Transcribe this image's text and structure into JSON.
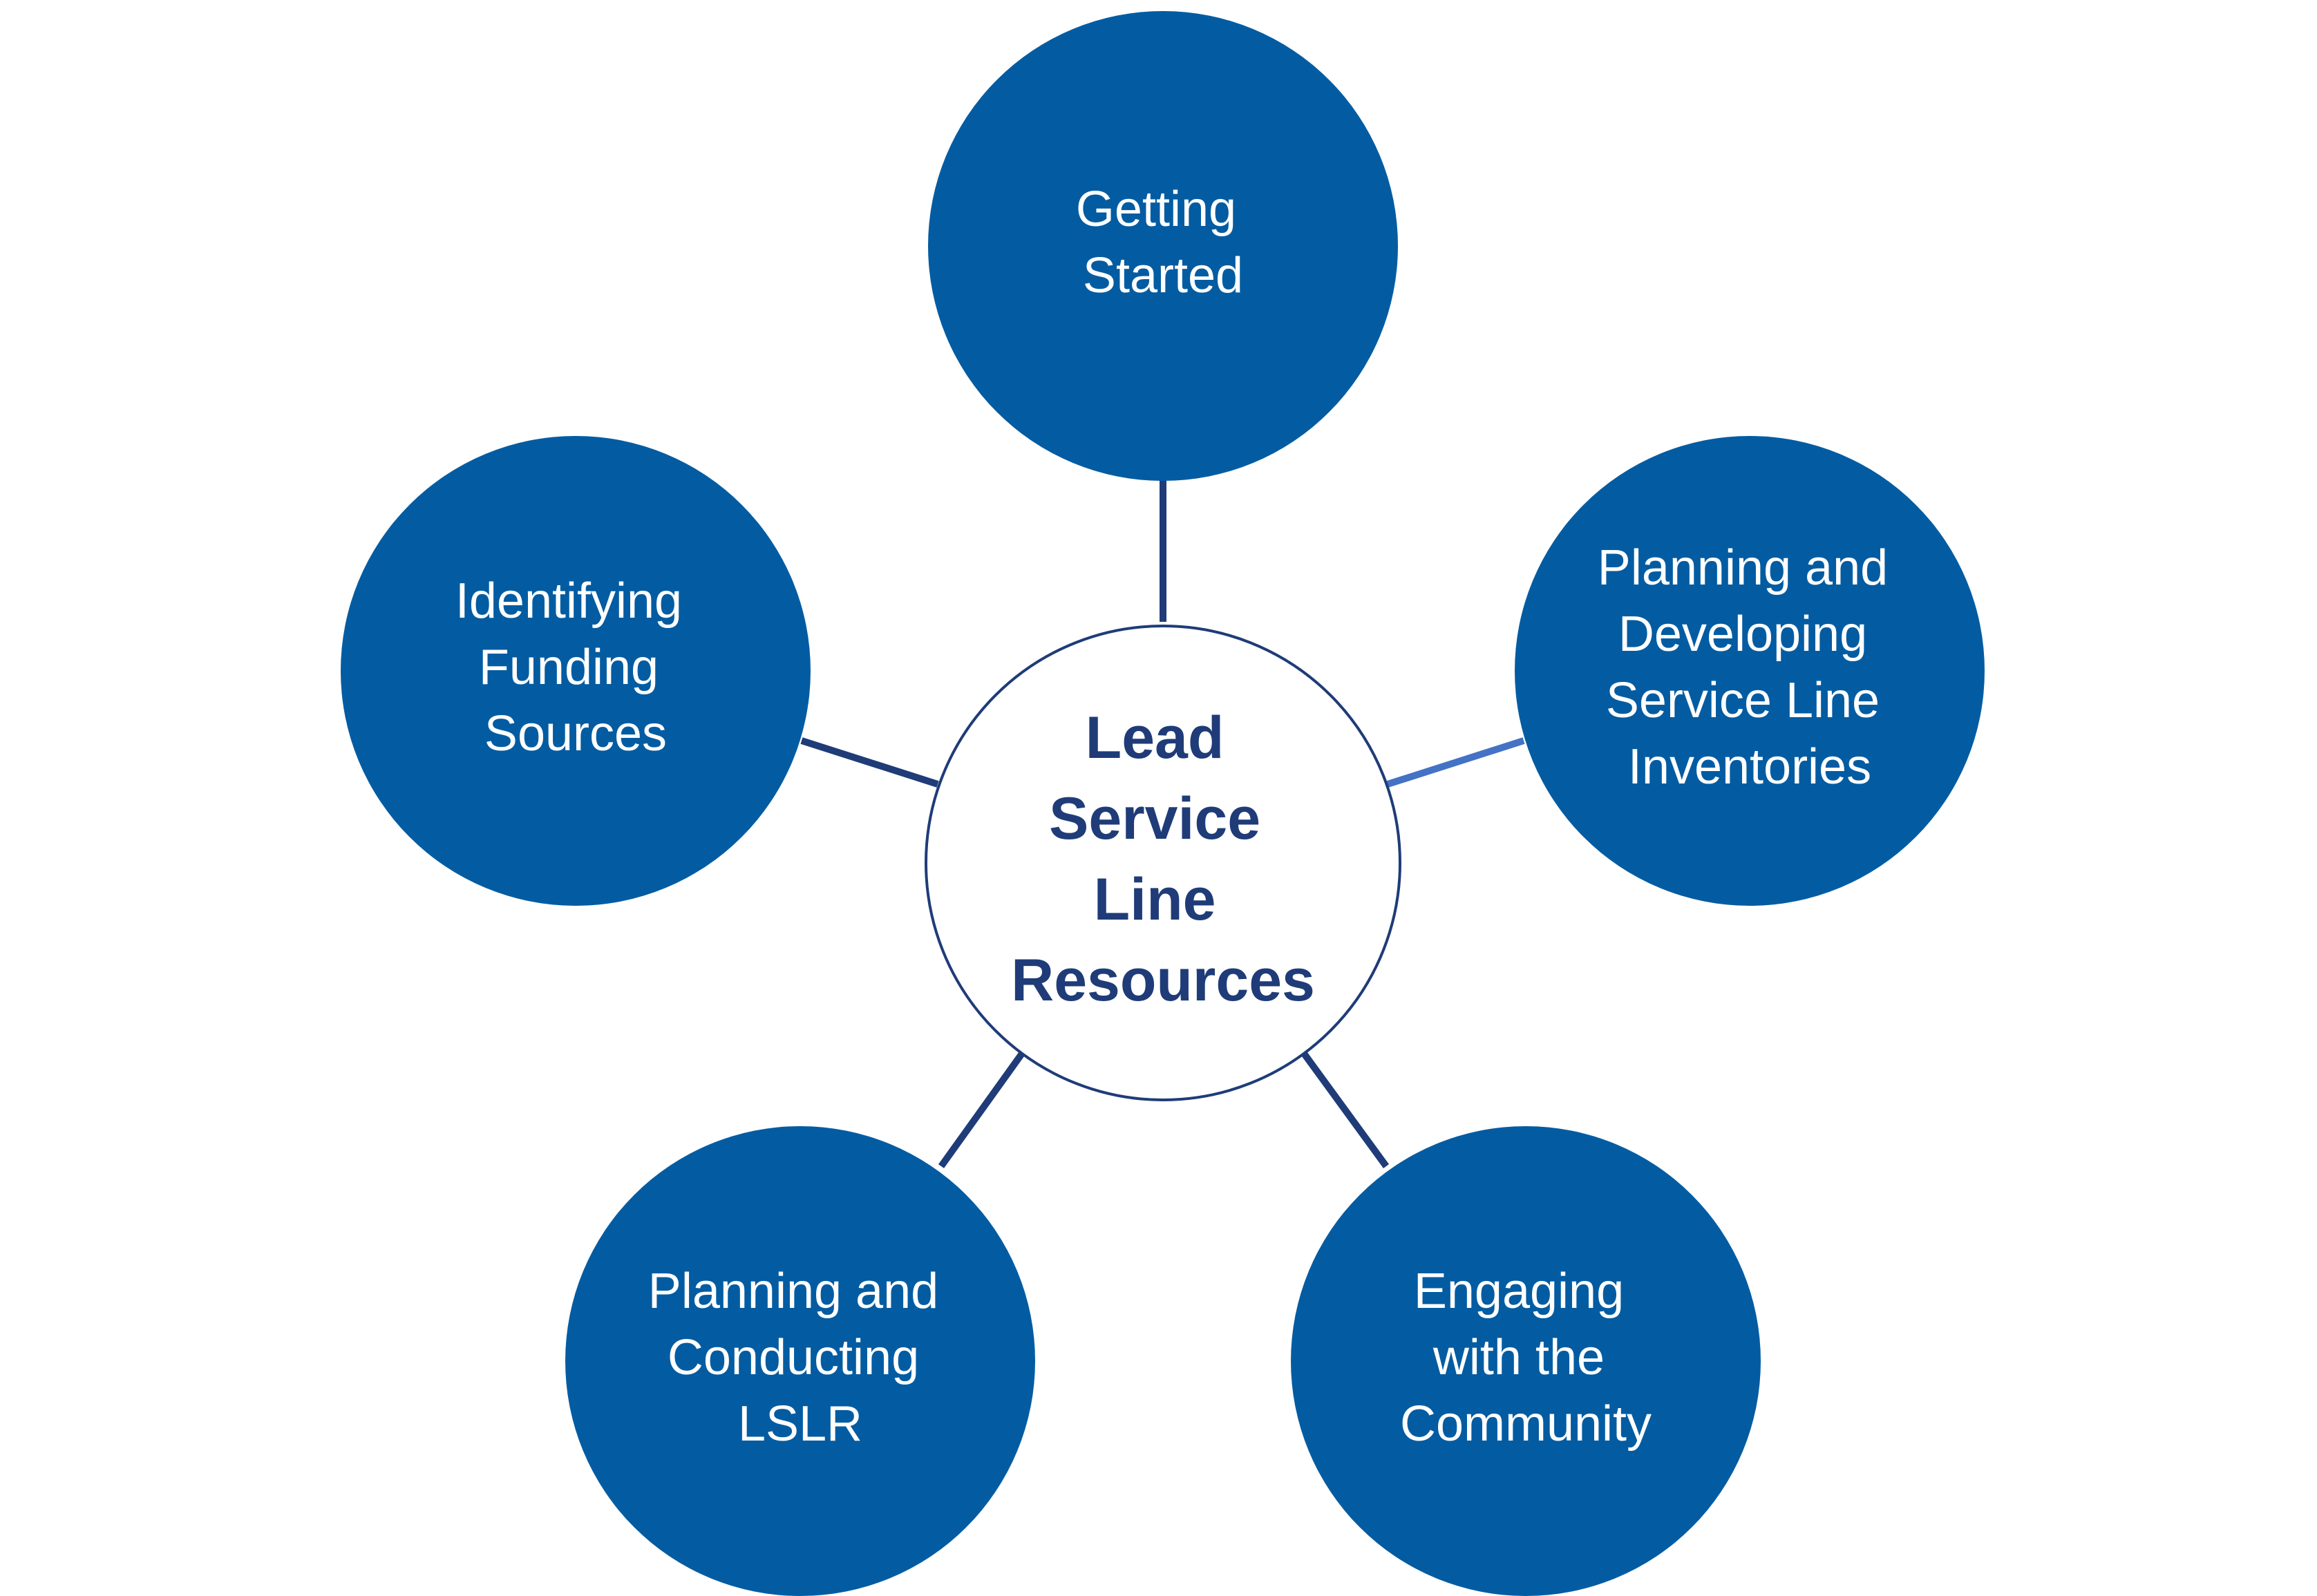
{
  "diagram": {
    "colors": {
      "node_fill": "#035ca2",
      "node_text": "#ffffff",
      "center_stroke": "#1f3c78",
      "center_text": "#1f3c78",
      "connector": "#1f3c78",
      "connector_highlight": "#4472c4"
    },
    "center": {
      "lines": [
        "Lead",
        "Service",
        "Line",
        "Resources"
      ]
    },
    "nodes": [
      {
        "id": "getting-started",
        "lines": [
          "Getting",
          "Started"
        ]
      },
      {
        "id": "inventories",
        "lines": [
          "Planning and",
          "Developing",
          "Service Line",
          "Inventories"
        ]
      },
      {
        "id": "community",
        "lines": [
          "Engaging",
          "with the",
          "Community"
        ]
      },
      {
        "id": "lslr",
        "lines": [
          "Planning and",
          "Conducting",
          "LSLR"
        ]
      },
      {
        "id": "funding",
        "lines": [
          "Identifying",
          "Funding",
          "Sources"
        ]
      }
    ]
  }
}
